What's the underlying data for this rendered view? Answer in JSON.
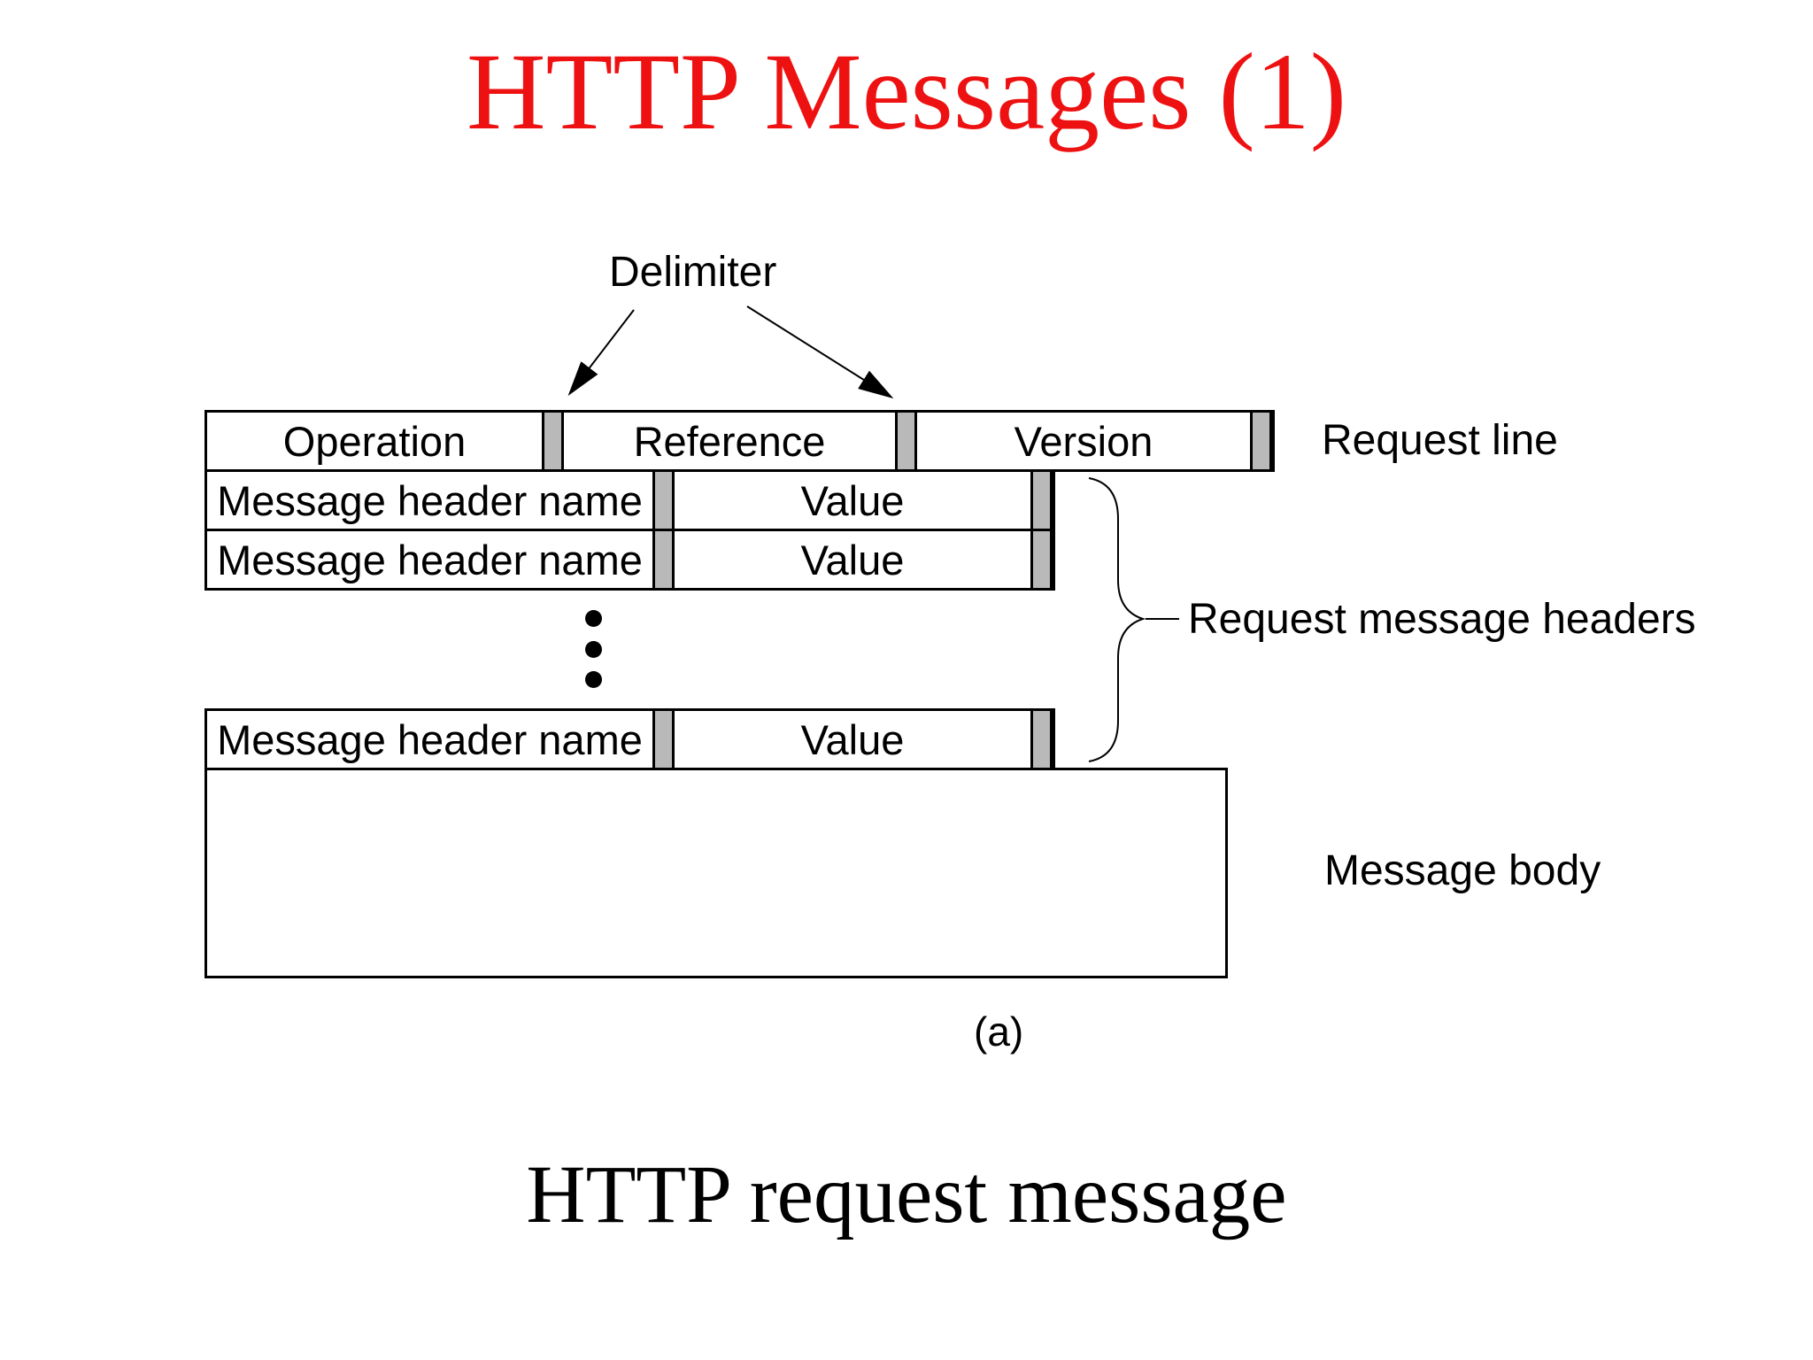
{
  "title": "HTTP Messages (1)",
  "caption": "HTTP request message",
  "figure_label": "(a)",
  "colors": {
    "title": "#ee1111",
    "delimiter": "#b9b9b9",
    "line": "#000000"
  },
  "diagram": {
    "delimiter_label": "Delimiter",
    "request_line": {
      "cells": [
        "Operation",
        "Reference",
        "Version"
      ],
      "label": "Request line"
    },
    "header_row": {
      "name_label": "Message header name",
      "value_label": "Value"
    },
    "headers_label": "Request message headers",
    "body_label": "Message body"
  }
}
